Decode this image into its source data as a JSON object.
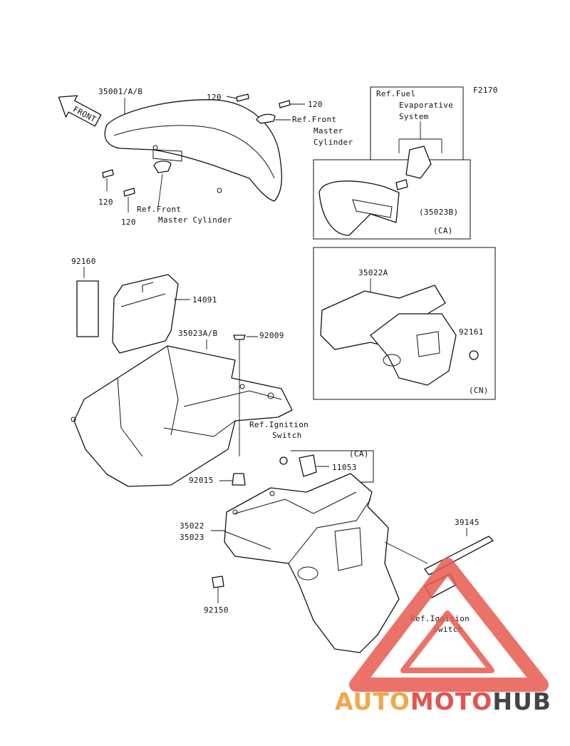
{
  "figure_code": "F2170",
  "labels": {
    "fender_front": "35001/A/B",
    "bolt_120_top": "120",
    "bolt_120_top_right": "120",
    "bolt_120_left": "120",
    "bolt_120_bottom": "120",
    "ref_front_master_cyl_1": [
      "Ref.Front",
      "Master",
      "Cylinder"
    ],
    "ref_front_master_cyl_2": [
      "Ref.Front",
      "Master Cylinder"
    ],
    "ref_fuel_evap": [
      "Ref.Fuel",
      "Evaporative",
      "System"
    ],
    "part_35023b": "(35023B)",
    "ca_1": "(CA)",
    "part_35022a": "35022A",
    "part_92161": "92161",
    "cn": "(CN)",
    "part_92160": "92160",
    "part_14091": "14091",
    "part_35023ab": "35023A/B",
    "part_92009": "92009",
    "ref_ignition_1": [
      "Ref.Ignition",
      "Switch"
    ],
    "ca_2": "(CA)",
    "part_11053": "11053",
    "part_92015": "92015",
    "part_35022": "35022",
    "part_35023": "35023",
    "part_39145": "39145",
    "part_92150": "92150",
    "ref_ignition_2": [
      "Ref.Ignition",
      "Switch"
    ],
    "front_arrow": "FRONT"
  },
  "watermark": {
    "text_part1": "AUTO",
    "text_part2": "MOTO",
    "text_part3": "HUB",
    "colors": {
      "auto": "#f3a64a",
      "moto": "#e4534d",
      "hub": "#444444",
      "triangle": "#e85a4f"
    }
  }
}
